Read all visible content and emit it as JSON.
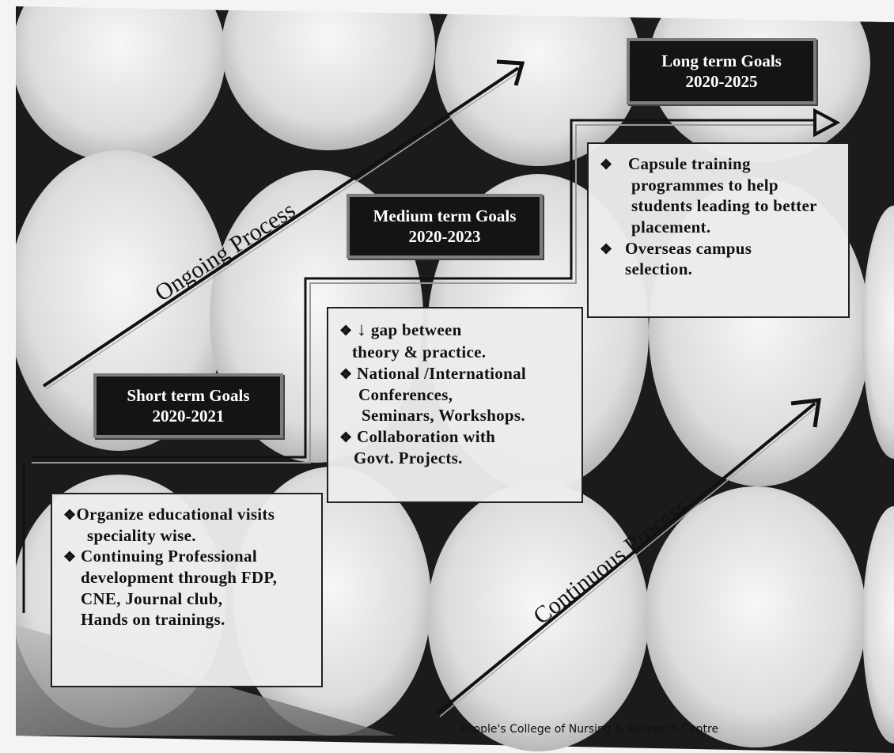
{
  "ongoing_label": "Ongoing Process",
  "continuous_label": "Continuous Process",
  "short_term": {
    "title": "Short term Goals",
    "years": "2020-2021",
    "items": [
      [
        "❖",
        "Organize educational visits",
        "speciality wise."
      ],
      [
        "❖",
        "Continuing Professional",
        "development through FDP,",
        "CNE, Journal club,",
        "Hands on trainings."
      ]
    ]
  },
  "medium_term": {
    "title": "Medium term Goals",
    "years": "2020-2023",
    "items": [
      [
        "❖",
        "↓",
        "gap  between",
        "theory & practice."
      ],
      [
        "❖",
        "National /International",
        "Conferences,",
        "Seminars, Workshops."
      ],
      [
        "❖",
        "Collaboration with",
        "Govt. Projects."
      ]
    ]
  },
  "long_term": {
    "title": "Long term Goals",
    "years": "2020-2025",
    "items": [
      [
        "❖",
        "Capsule training",
        "programmes to help",
        "students leading to better",
        "placement."
      ],
      [
        "❖",
        "Overseas campus",
        "selection."
      ]
    ]
  },
  "footer": "People's College of Nursing & Research Centre"
}
